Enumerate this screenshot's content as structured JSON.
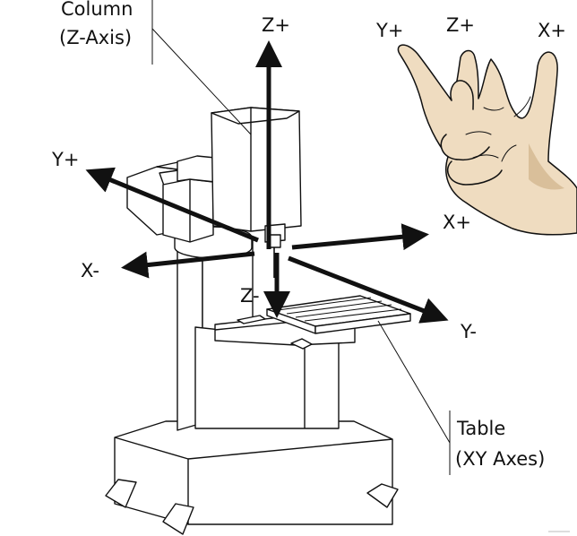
{
  "callouts": {
    "column": {
      "line1": "Column",
      "line2": "(Z-Axis)"
    },
    "table": {
      "line1": "Table",
      "line2": "(XY Axes)"
    }
  },
  "machine_axes": {
    "z_plus": "Z+",
    "z_minus": "Z-",
    "x_plus": "X+",
    "x_minus": "X-",
    "y_plus": "Y+",
    "y_minus": "Y-"
  },
  "hand_axes": {
    "y_plus": "Y+",
    "z_plus": "Z+",
    "x_plus": "X+"
  },
  "colors": {
    "line": "#111111",
    "machine_fill": "#ffffff",
    "skin": "#efdcc0",
    "skin_shadow": "#d9bf9a"
  },
  "icons": {
    "machine": "vertical-milling-machine-drawing",
    "hand": "right-hand-rule-hand"
  }
}
